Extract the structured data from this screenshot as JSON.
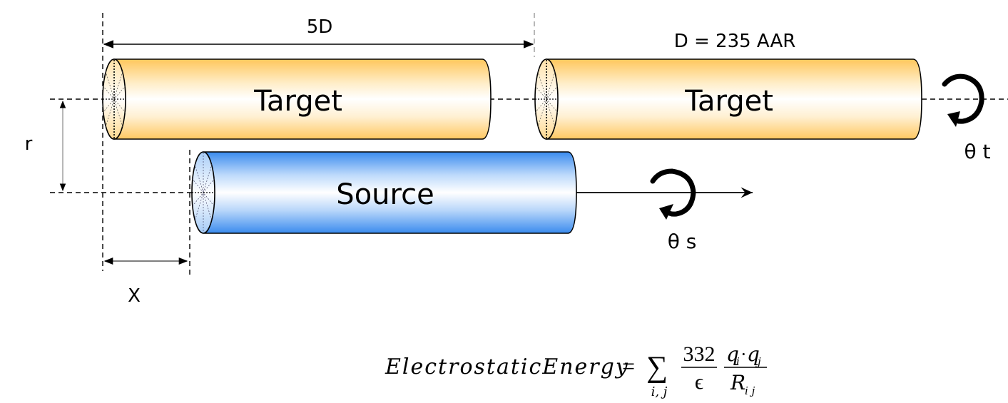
{
  "diagram": {
    "title": "Source-target rod electrostatic setup",
    "colors": {
      "target_fill": "#ffc962",
      "source_fill": "#3d8ff0",
      "stroke": "#000000"
    },
    "labels": {
      "five_d": "5D",
      "d_value": "D = 235 AAR",
      "r": "r",
      "x": "X",
      "theta_t": "θ t",
      "theta_s": "θ s"
    },
    "rods": [
      {
        "id": "target-1",
        "label": "Target",
        "kind": "target"
      },
      {
        "id": "target-2",
        "label": "Target",
        "kind": "target"
      },
      {
        "id": "source",
        "label": "Source",
        "kind": "source"
      }
    ],
    "formula": {
      "lhs": "ElectrostaticEnergy",
      "equals": "=",
      "sum": "∑",
      "sum_index": "i, j",
      "const_num": "332",
      "const_den": "ϵ",
      "charge_num_q1": "q",
      "charge_num_i": "i",
      "charge_num_dot": "·",
      "charge_num_q2": "q",
      "charge_num_j": "j",
      "charge_den_r": "R",
      "charge_den_ij": "i j"
    }
  }
}
